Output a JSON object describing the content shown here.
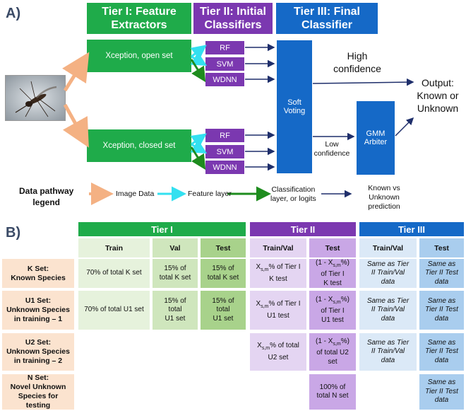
{
  "panel_a": {
    "label": "A)",
    "tier1": {
      "line1": "Tier I: Feature",
      "line2": "Extractors"
    },
    "tier2": {
      "line1": "Tier II: Initial",
      "line2": "Classifiers"
    },
    "tier3": {
      "line1": "Tier III: Final",
      "line2": "Classifier"
    },
    "extractor_open": "Xception, open set",
    "extractor_closed": "Xception, closed set",
    "classifiers_open": [
      "RF",
      "SVM",
      "WDNN"
    ],
    "classifiers_closed": [
      "RF",
      "SVM",
      "WDNN"
    ],
    "soft_voting": {
      "line1": "Soft",
      "line2": "Voting"
    },
    "high_conf": {
      "line1": "High",
      "line2": "confidence"
    },
    "low_conf": {
      "line1": "Low",
      "line2": "confidence"
    },
    "gmm": {
      "line1": "GMM",
      "line2": "Arbiter"
    },
    "output": {
      "line1": "Output:",
      "line2": "Known or",
      "line3": "Unknown"
    },
    "legend": {
      "title_line1": "Data pathway",
      "title_line2": "legend",
      "image_data": "Image Data",
      "feature_layer": "Feature layer",
      "classification": {
        "line1": "Classification",
        "line2": "layer, or logits"
      },
      "known_unknown": {
        "line1": "Known vs",
        "line2": "Unknown",
        "line3": "prediction"
      }
    },
    "colors": {
      "green": "#1fab4a",
      "purple": "#7b38b0",
      "blue": "#1569c7",
      "peach": "#f4b183",
      "cyan": "#33e0f0",
      "dkgreen": "#1e8c1e",
      "navy": "#1f2f6b"
    }
  },
  "panel_b": {
    "label": "B)",
    "tier_headers": [
      "Tier I",
      "Tier II",
      "Tier III"
    ],
    "col_headers": [
      "Train",
      "Val",
      "Test",
      "Train/Val",
      "Test",
      "Train/Val",
      "Test"
    ],
    "rows": [
      {
        "head": {
          "l1": "K Set:",
          "l2": "Known Species"
        },
        "train": "70% of total K set",
        "val": [
          "15% of",
          "total K set"
        ],
        "test": [
          "15% of",
          "total K set"
        ],
        "t2_trainval": {
          "pre": "X",
          "sub": "s,m",
          "post": "% of Tier I",
          "l2": "K test"
        },
        "t2_test": {
          "pre": "(1 - X",
          "sub": "s,m",
          "post": "%)",
          "l2": "of Tier I",
          "l3": "K test"
        },
        "t3_trainval": [
          "Same as Tier",
          "II Train/Val",
          "data"
        ],
        "t3_test": [
          "Same as",
          "Tier II Test",
          "data"
        ]
      },
      {
        "head": {
          "l1": "U1 Set:",
          "l2": "Unknown Species",
          "l3": "in training – 1"
        },
        "train": "70% of total U1 set",
        "val": [
          "15% of",
          "total",
          "U1 set"
        ],
        "test": [
          "15% of",
          "total",
          "U1 set"
        ],
        "t2_trainval": {
          "pre": "X",
          "sub": "s,m",
          "post": "% of Tier I",
          "l2": "U1 test"
        },
        "t2_test": {
          "pre": "(1 - X",
          "sub": "s,m",
          "post": "%)",
          "l2": "of Tier I",
          "l3": "U1 test"
        },
        "t3_trainval": [
          "Same as Tier",
          "II Train/Val",
          "data"
        ],
        "t3_test": [
          "Same as",
          "Tier II Test",
          "data"
        ]
      },
      {
        "head": {
          "l1": "U2 Set:",
          "l2": "Unknown Species",
          "l3": "in training – 2"
        },
        "t2_trainval": {
          "pre": "X",
          "sub": "s,m",
          "post": "% of total",
          "l2": "U2 set"
        },
        "t2_test": {
          "pre": "(1 - X",
          "sub": "s,m",
          "post": "%)",
          "l2": "of total U2",
          "l3": "set"
        },
        "t3_trainval": [
          "Same as Tier",
          "II Train/Val",
          "data"
        ],
        "t3_test": [
          "Same as",
          "Tier II Test",
          "data"
        ]
      },
      {
        "head": {
          "l1": "N Set:",
          "l2": "Novel Unknown",
          "l3": "Species for",
          "l4": "testing"
        },
        "t2_test": [
          "100% of",
          "total N set"
        ],
        "t3_test": [
          "Same as",
          "Tier II Test",
          "data"
        ]
      }
    ]
  }
}
